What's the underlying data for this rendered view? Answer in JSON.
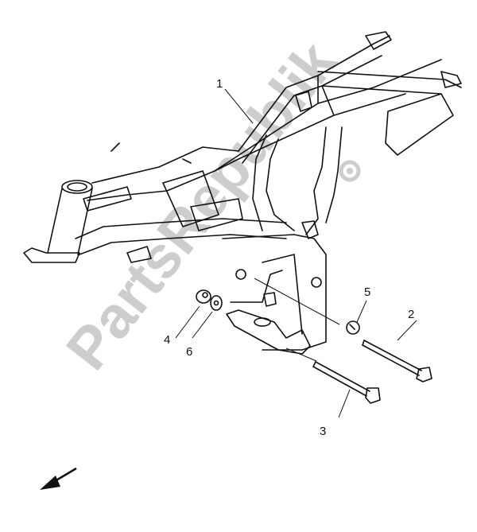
{
  "watermark": {
    "text": "PartsRepublik",
    "icon": "gear-icon"
  },
  "callouts": [
    {
      "id": "1",
      "text": "1"
    },
    {
      "id": "2",
      "text": "2"
    },
    {
      "id": "3",
      "text": "3"
    },
    {
      "id": "4",
      "text": "4"
    },
    {
      "id": "5",
      "text": "5"
    },
    {
      "id": "6",
      "text": "6"
    }
  ],
  "direction_arrow": {
    "icon": "arrow-down-left-icon"
  }
}
